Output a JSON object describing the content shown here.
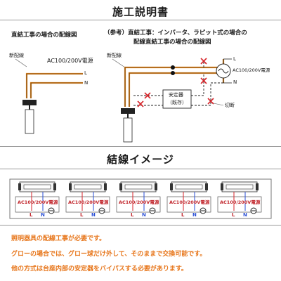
{
  "titles": {
    "construction": "施工説明書",
    "image": "結線イメージ"
  },
  "left_diagram": {
    "heading": "直結工事の場合の配線図",
    "new_wire": "新配線",
    "power": "AC100/200V電源",
    "L": "L",
    "N": "N"
  },
  "right_diagram": {
    "heading_line1": "（参考）直結工事：インバータ、ラピット式の場合の",
    "heading_line2": "配線直結工事の場合の配線図",
    "new_wire": "新配線",
    "power": "AC100/200V電源",
    "L": "L",
    "N": "N",
    "ballast_line1": "安定器",
    "ballast_line2": "（既存）",
    "cut": "切断"
  },
  "lamps": [
    {
      "power": "AC100/200V電源",
      "L": "L",
      "N": "N"
    },
    {
      "power": "AC100/200V電源",
      "L": "L",
      "N": "N"
    },
    {
      "power": "AC100/200V電源",
      "L": "L",
      "N": "N"
    },
    {
      "power": "AC100/200V電源",
      "L": "L",
      "N": "N"
    },
    {
      "power": "AC100/200V電源",
      "L": "L",
      "N": "N"
    }
  ],
  "notes": [
    "照明器具の配線工事が必要です。",
    "グローの場合では、グロー球だけ外して、そのままで交換可能です。",
    "他の方式は台座内部の安定器をバイパスする必要があります。"
  ],
  "colors": {
    "wire_orange": "#e98b1f",
    "cross_red": "#d7262b",
    "note_orange": "#e7761b"
  }
}
